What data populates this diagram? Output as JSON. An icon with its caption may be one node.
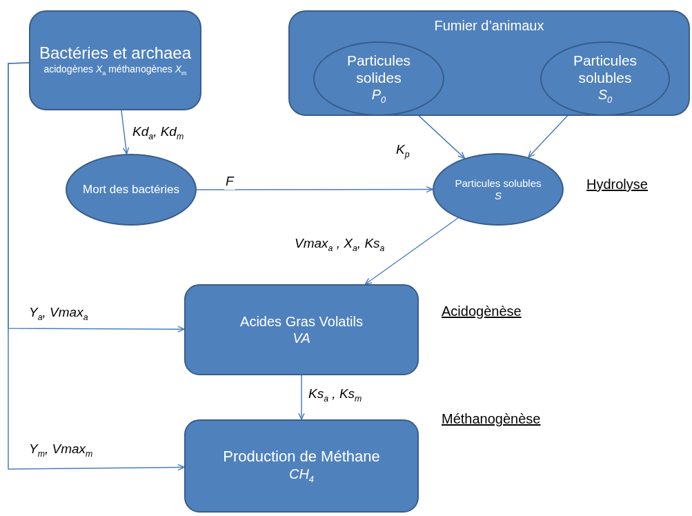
{
  "diagram": {
    "nodes": [
      {
        "text": [
          "Bactéries et archaea",
          "acidogènes *X*$_{a}$ méthanogènes *X*$_{m}$"
        ]
      },
      {
        "text": [
          "Mort des bactéries"
        ]
      },
      {
        "text": [
          "Fumier d’animaux"
        ]
      },
      {
        "text": [
          "Particules solides",
          "P$_{0}$"
        ],
        "in": 2
      },
      {
        "text": [
          "Particules solubles",
          "S$_{0}$"
        ],
        "in": 2
      },
      {
        "text": [
          "Particules solubles",
          "S"
        ]
      },
      {
        "text": [
          "Acides Gras Volatils",
          "VA"
        ]
      },
      {
        "text": [
          "Production de Méthane",
          "CH$_{4}$"
        ]
      }
    ],
    "edges": [
      {
        "from": 0,
        "to": 1,
        "arrow": "to",
        "label": "Kd$_{a}$, Kd$_{m}$"
      },
      {
        "from": 1,
        "to": 5,
        "arrow": "to",
        "label": "F"
      },
      {
        "from": 3,
        "to": 5,
        "arrow": "to",
        "label": "K$_{p}$"
      },
      {
        "from": 4,
        "to": 5,
        "arrow": "to"
      },
      {
        "from": 5,
        "to": 6,
        "arrow": "to",
        "label": "Vmax$_{a}$ , X$_{a}$, Ks$_{a}$"
      },
      {
        "from": 0,
        "to": 6,
        "arrow": "to",
        "label": "Y$_{a}$, Vmax$_{a}$"
      },
      {
        "from": 6,
        "to": 7,
        "arrow": "to",
        "label": "Ks$_{a}$ , Ks$_{m}$"
      },
      {
        "from": 0,
        "to": 7,
        "arrow": "to",
        "label": "Y$_{m}$, Vmax$_{m}$"
      }
    ],
    "labels": [
      "Hydrolyse",
      "Acidogènèse",
      "Méthanogènèse"
    ]
  }
}
